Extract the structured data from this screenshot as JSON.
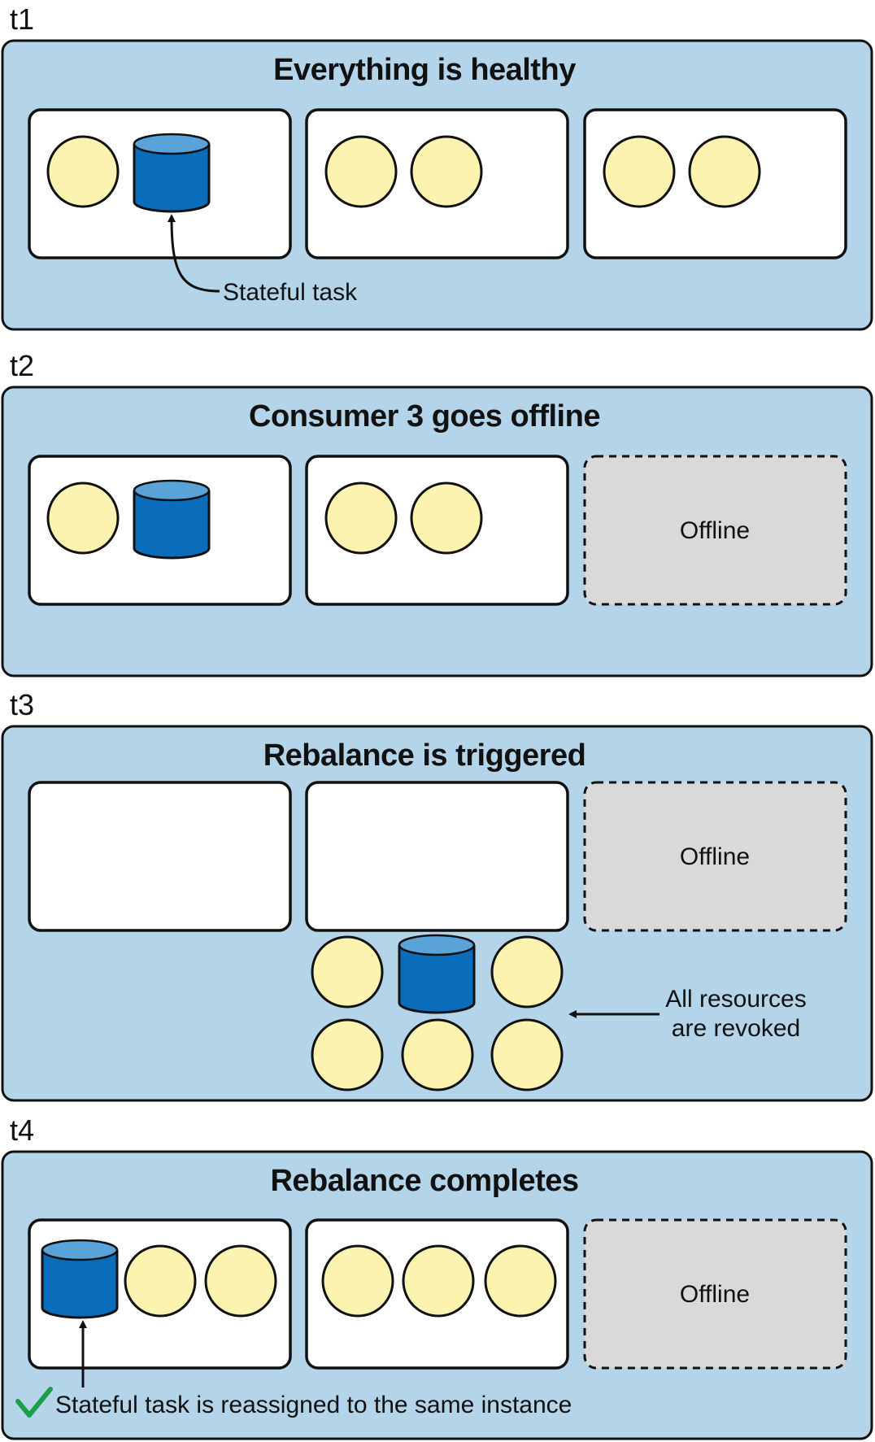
{
  "stages": [
    {
      "label": "t1",
      "title": "Everything is healthy"
    },
    {
      "label": "t2",
      "title": "Consumer 3 goes offline"
    },
    {
      "label": "t3",
      "title": "Rebalance is triggered"
    },
    {
      "label": "t4",
      "title": "Rebalance completes"
    }
  ],
  "annotations": {
    "stateful_task": "Stateful task",
    "revoked_line1": "All resources",
    "revoked_line2": "are revoked",
    "reassigned": "Stateful task is reassigned to the same instance"
  },
  "offline_label": "Offline",
  "icons": {
    "task": "task-circle",
    "stateful": "database-cylinder-icon",
    "check": "checkmark-icon"
  },
  "colors": {
    "panel": "#b3d4e9",
    "task": "#fdf3b0",
    "stateful_task": "#0a6dbc",
    "offline": "#d9d9d9",
    "check": "#1a9e4a"
  }
}
